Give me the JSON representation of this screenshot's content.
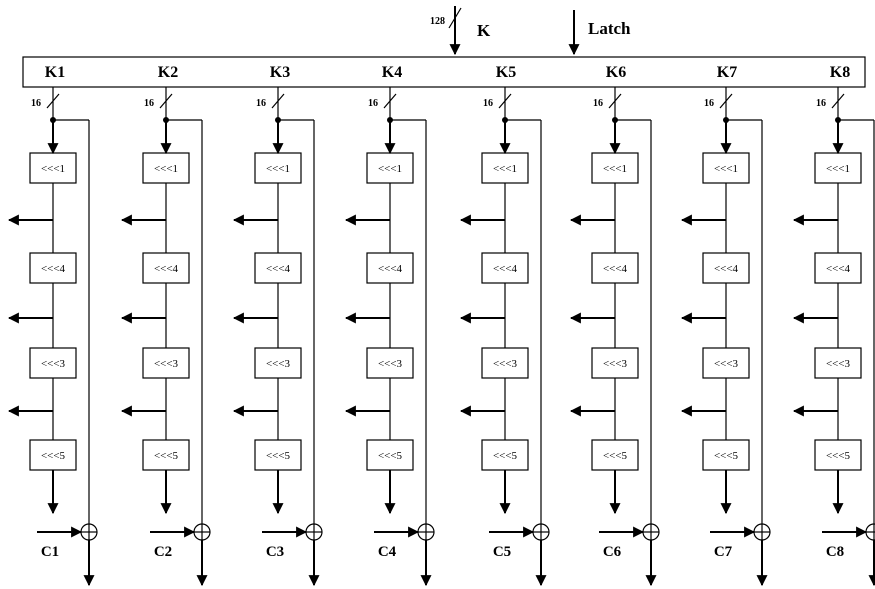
{
  "header": {
    "bus_width": "128",
    "key_label": "K",
    "latch_label": "Latch"
  },
  "register": {
    "keys": [
      "K1",
      "K2",
      "K3",
      "K4",
      "K5",
      "K6",
      "K7",
      "K8"
    ]
  },
  "lane": {
    "bus_width": "16",
    "rotations": [
      "<<<1",
      "<<<4",
      "<<<3",
      "<<<5"
    ]
  },
  "outputs": [
    "C1",
    "C2",
    "C3",
    "C4",
    "C5",
    "C6",
    "C7",
    "C8"
  ]
}
